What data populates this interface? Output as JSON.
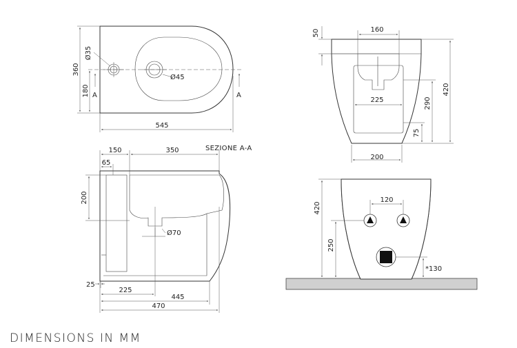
{
  "footer_title": "DIMENSIONS IN MM",
  "top_view": {
    "width_545": "545",
    "depth_360": "360",
    "half_180": "180",
    "hole_35": "Ø35",
    "hole_45": "Ø45",
    "section_mark_left": "A",
    "section_mark_right": "A"
  },
  "front_view": {
    "width_160": "160",
    "offset_50": "50",
    "width_225": "225",
    "width_200": "200",
    "height_420": "420",
    "height_290": "290",
    "height_75": "75"
  },
  "section_view": {
    "title": "SEZIONE A-A",
    "width_150": "150",
    "width_350": "350",
    "width_65": "65",
    "height_200": "200",
    "drain_70": "Ø70",
    "height_25": "25",
    "width_225": "225",
    "width_445": "445",
    "width_470": "470"
  },
  "rear_view": {
    "spacing_120": "120",
    "height_420": "420",
    "height_250": "250",
    "outlet_130": "*130"
  }
}
